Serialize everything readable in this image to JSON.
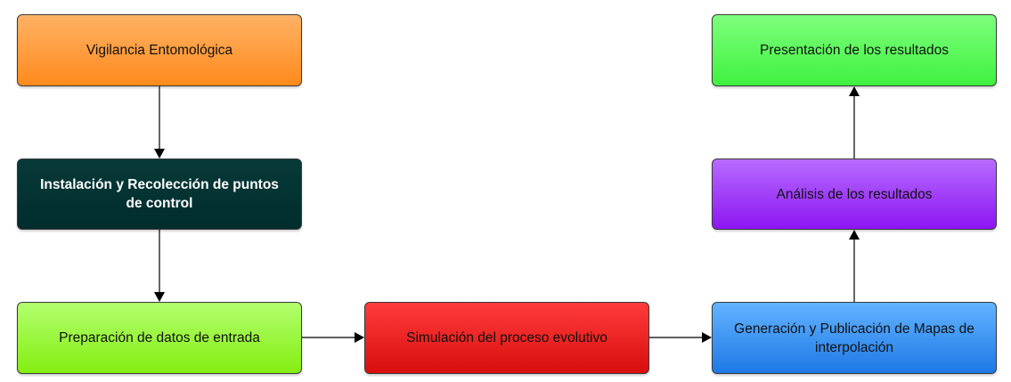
{
  "diagram": {
    "nodes": [
      {
        "id": "vigilancia",
        "label": "Vigilancia Entomológica",
        "color": "#ff9a3c"
      },
      {
        "id": "instalacion",
        "label": "Instalación y Recolección de puntos de control",
        "color": "#003333"
      },
      {
        "id": "preparacion",
        "label": "Preparación de datos de entrada",
        "color": "#99ff33"
      },
      {
        "id": "simulacion",
        "label": "Simulación del proceso evolutivo",
        "color": "#ee1c1c"
      },
      {
        "id": "generacion",
        "label": "Generación y Publicación de Mapas de interpolación",
        "color": "#3399ff"
      },
      {
        "id": "analisis",
        "label": "Análisis de los resultados",
        "color": "#9933ff"
      },
      {
        "id": "presentacion",
        "label": "Presentación de los resultados",
        "color": "#55ff55"
      }
    ],
    "edges": [
      {
        "from": "vigilancia",
        "to": "instalacion"
      },
      {
        "from": "instalacion",
        "to": "preparacion"
      },
      {
        "from": "preparacion",
        "to": "simulacion"
      },
      {
        "from": "simulacion",
        "to": "generacion"
      },
      {
        "from": "generacion",
        "to": "analisis"
      },
      {
        "from": "analisis",
        "to": "presentacion"
      }
    ]
  }
}
